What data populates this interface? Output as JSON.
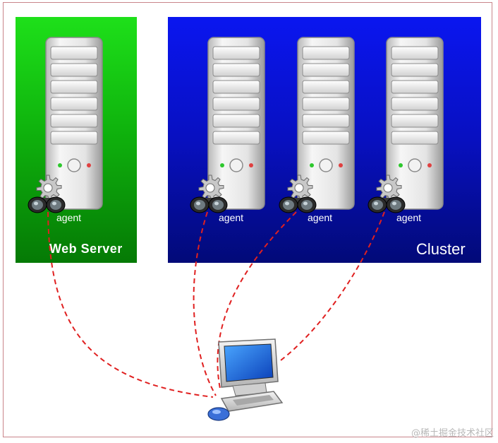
{
  "panels": {
    "web_server": {
      "label": "Web Server",
      "color_top": "#1ee01a",
      "color_bottom": "#057a05"
    },
    "cluster": {
      "label": "Cluster",
      "color_top": "#0a16f0",
      "color_bottom": "#020a78"
    }
  },
  "agents": [
    {
      "label": "agent"
    },
    {
      "label": "agent"
    },
    {
      "label": "agent"
    },
    {
      "label": "agent"
    }
  ],
  "icons": {
    "server": "server-tower-icon",
    "agent": "gear-binoculars-icon",
    "client": "desktop-computer-icon"
  },
  "connection_color": "#e02020",
  "watermark": "@稀土掘金技术社区"
}
